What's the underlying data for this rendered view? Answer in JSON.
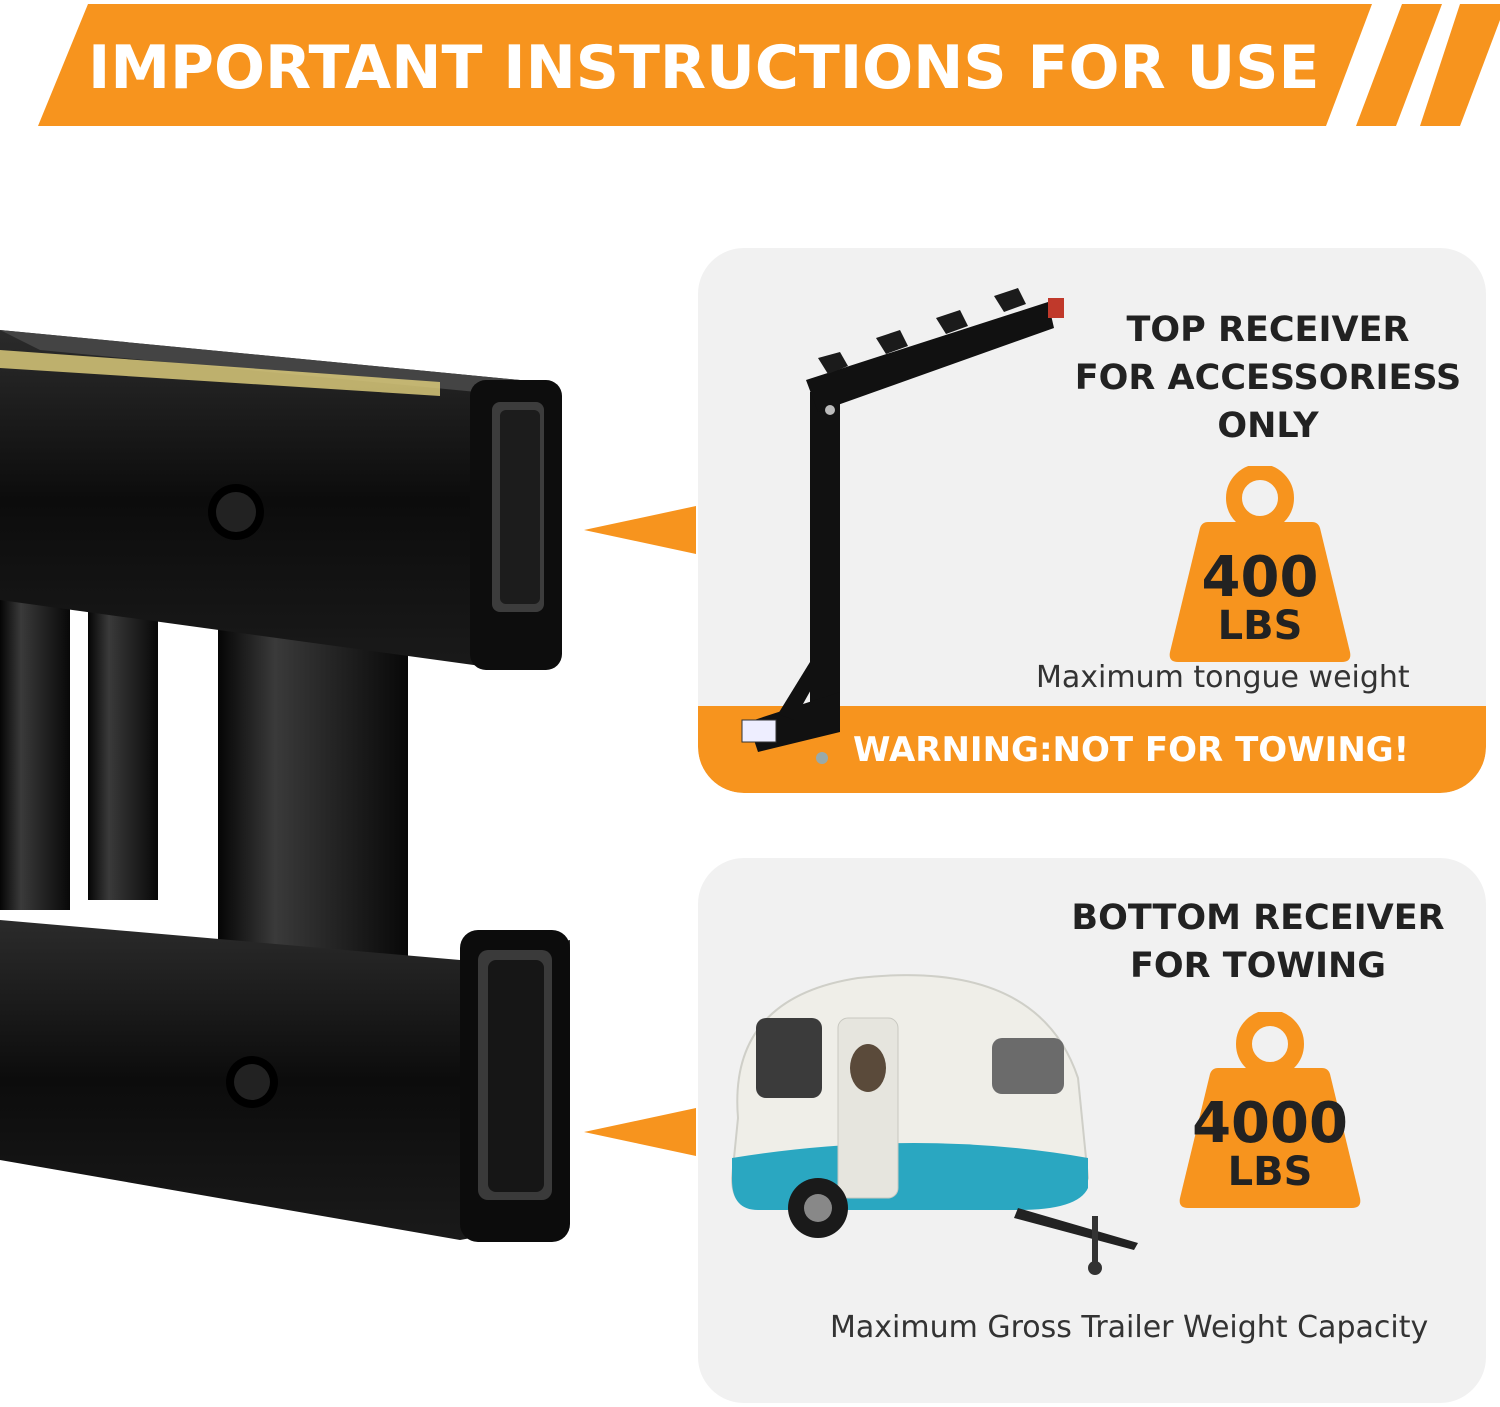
{
  "banner": {
    "title": "IMPORTANT INSTRUCTIONS FOR USE"
  },
  "top_panel": {
    "heading_lines": [
      "TOP RECEIVER",
      "FOR ACCESSORIESS",
      "ONLY"
    ],
    "weight_value": "400",
    "weight_unit": "LBS",
    "caption": "Maximum tongue weight",
    "warning": "WARNING:NOT FOR TOWING!"
  },
  "bottom_panel": {
    "heading_lines": [
      "BOTTOM RECEIVER",
      "FOR TOWING"
    ],
    "weight_value": "4000",
    "weight_unit": "LBS",
    "caption": "Maximum Gross Trailer Weight Capacity"
  },
  "icons": {
    "weight": "weight-icon",
    "pointer": "arrow-pointer-icon",
    "bike_rack": "bike-rack-image",
    "camper": "camper-trailer-image",
    "hitch": "hitch-receiver-image"
  },
  "colors": {
    "accent": "#f7941e",
    "panel": "#f1f1f1",
    "hitch": "#101010"
  }
}
